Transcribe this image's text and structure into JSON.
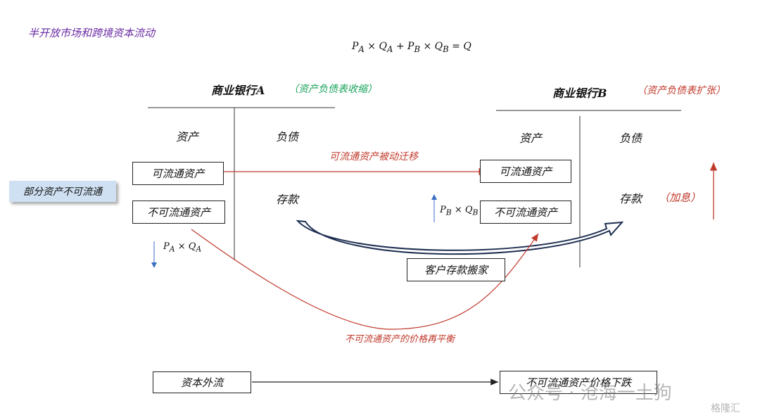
{
  "title": "半开放市场和跨境资本流动",
  "formula": "P_A × Q_A + P_B × Q_B = Q",
  "bank_a": {
    "name": "商业银行A",
    "note": "（资产负债表收缩）",
    "assets_header": "资产",
    "liabilities_header": "负债",
    "liquid_asset": "可流通资产",
    "illiquid_asset": "不可流通资产",
    "deposit": "存款",
    "pq_label": "P_A × Q_A"
  },
  "bank_b": {
    "name": "商业银行B",
    "note": "（资产负债表扩张）",
    "assets_header": "资产",
    "liabilities_header": "负债",
    "liquid_asset": "可流通资产",
    "illiquid_asset": "不可流通资产",
    "deposit": "存款",
    "deposit_note": "（加息）",
    "pq_label": "P_B × Q_B"
  },
  "side_label": "部分资产不可流通",
  "passive_migration": "可流通资产被动迁移",
  "customer_move": "客户存款搬家",
  "rebalance": "不可流通资产的价格再平衡",
  "capital_outflow": "资本外流",
  "price_drop": "不可流通资产价格下跌",
  "watermark": "公众号 · 沧海一土狗",
  "watermark_logo": "格隆汇",
  "colors": {
    "title": "#6a2aa3",
    "green_note": "#19a35a",
    "red": "#c0392b",
    "blue_arrow": "#3a6fc4",
    "dark_arrow": "#1f2f52"
  }
}
